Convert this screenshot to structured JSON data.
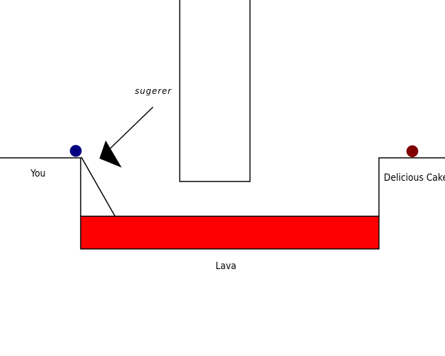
{
  "labels": {
    "player": "You",
    "goal": "Delicious Cake",
    "hazard": "Lava",
    "suggestion": "sugerer"
  },
  "colors": {
    "background": "#ffffff",
    "line": "#000000",
    "lava": "#ff0000",
    "player": "#000080",
    "goal": "#800000"
  }
}
